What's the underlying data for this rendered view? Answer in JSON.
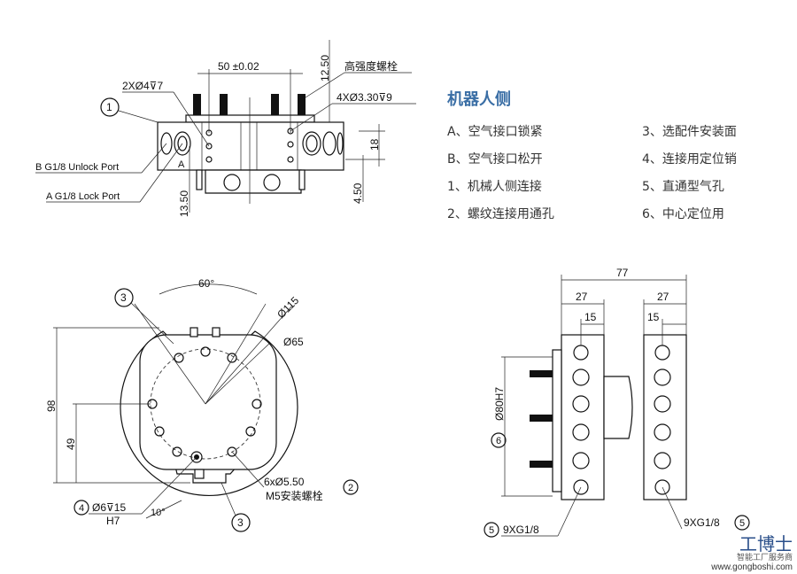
{
  "legend": {
    "title": "机器人侧",
    "items": [
      "A、空气接口锁紧",
      "3、选配件安装面",
      "B、空气接口松开",
      "4、连接用定位销",
      "1、机械人侧连接",
      "5、直通型气孔",
      "2、螺纹连接用通孔",
      "6、中心定位用"
    ]
  },
  "top_view": {
    "dim_width": "50 ±0.02",
    "dim_height_top": "12.50",
    "bolt_label": "高强度螺栓",
    "hole_a": "2XØ4⊽7",
    "hole_b": "4XØ3.30⊽9",
    "dim_18": "18",
    "dim_450": "4.50",
    "dim_1350": "13.50",
    "port_b": "B G1/8 Unlock Port",
    "port_a": "A G1/8 Lock Port",
    "callout_1": "1",
    "mark_a": "A"
  },
  "front_view": {
    "angle_60": "60°",
    "dia_115": "Ø115",
    "dia_65": "Ø65",
    "dim_98": "98",
    "dim_49": "49",
    "holes": "6xØ5.50",
    "bolt": "M5安装螺栓",
    "pin": "Ø6⊽15",
    "pin_fit": "H7",
    "angle_10": "10°",
    "callout_3a": "3",
    "callout_3b": "3",
    "callout_4": "4",
    "callout_2": "2"
  },
  "side_view": {
    "dim_77": "77",
    "dim_27a": "27",
    "dim_27b": "27",
    "dim_15a": "15",
    "dim_15b": "15",
    "dia_80": "Ø80H7",
    "callout_6": "6",
    "callout_5": "5",
    "ports_left": "9XG1/8",
    "ports_right": "9XG1/8",
    "callout_5b": "5"
  },
  "watermark": {
    "brand": "工博士",
    "tagline": "智能工厂服务商",
    "url": "www.gongboshi.com"
  }
}
